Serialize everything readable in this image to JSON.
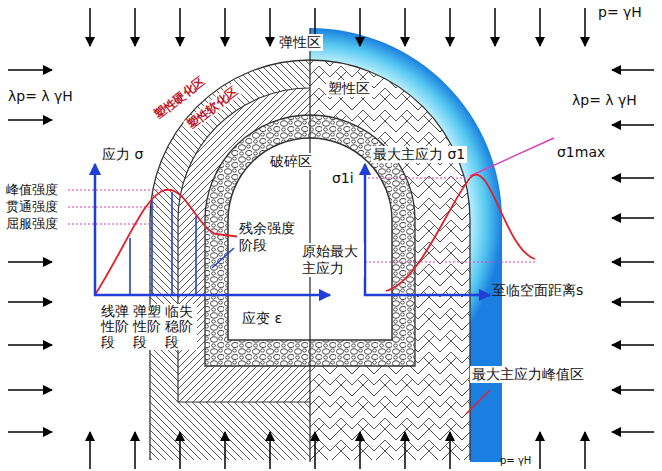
{
  "diagram": {
    "labels": [
      "p= γH",
      "λp= λ γH",
      "λp= λ γH",
      "弹性区",
      "塑性硬化区",
      "塑性软化区",
      "塑性区",
      "破碎区",
      "最大主应力 σ1",
      "σ1max",
      "σ1i",
      "应力 σ",
      "峰值强度",
      "贯通强度",
      "屈服强度",
      "残余强度阶段",
      "原始最大主应力",
      "至临空面距离s",
      "应变 ε",
      "线弹性阶段",
      "弹塑性阶段",
      "临失稳阶段",
      "最大主应力峰值区",
      "p= γH"
    ]
  }
}
